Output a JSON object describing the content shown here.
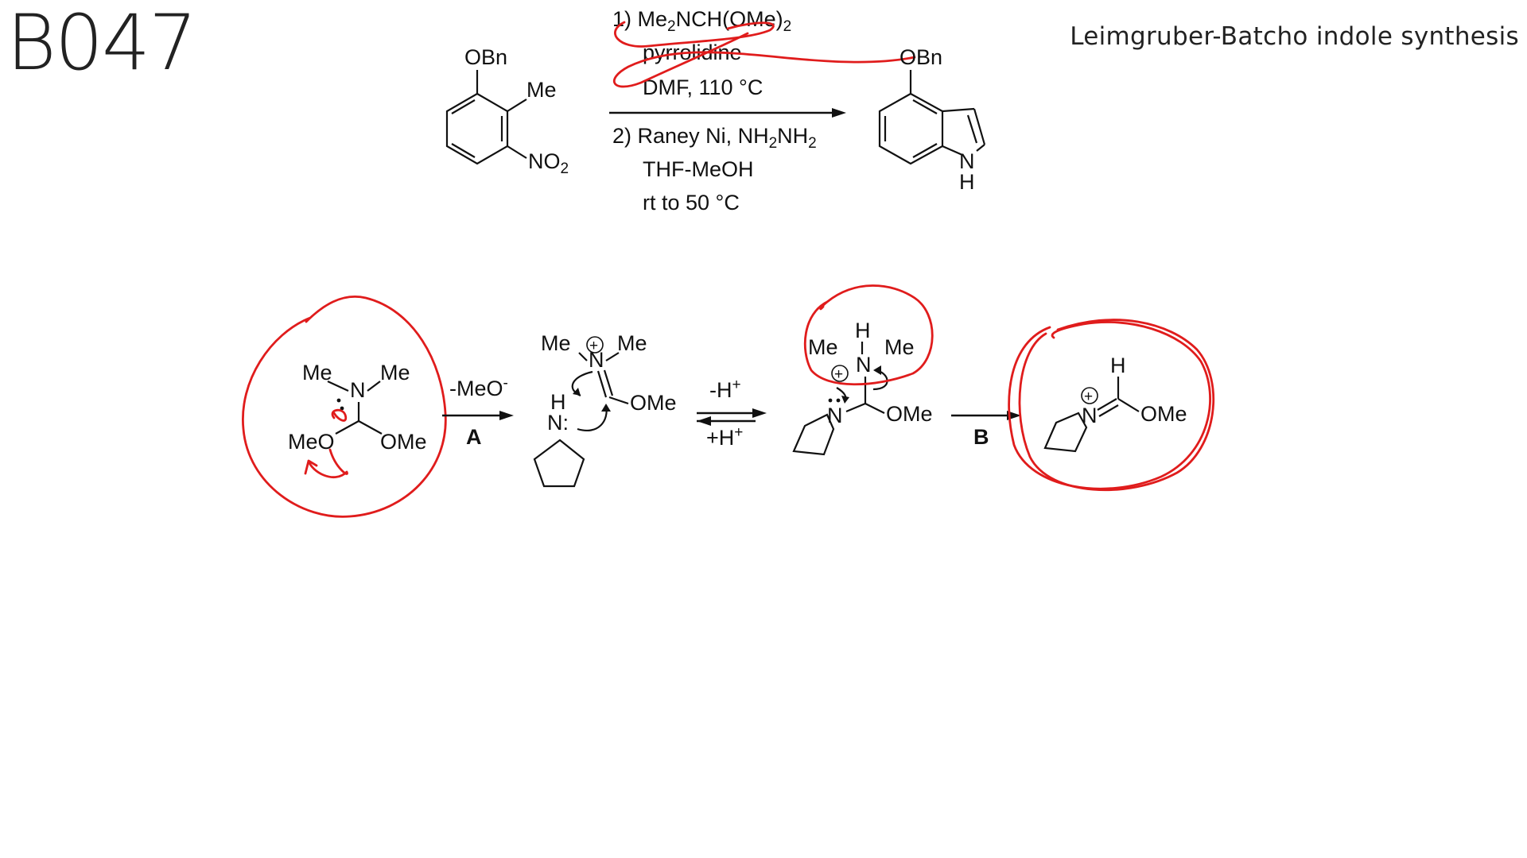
{
  "slide_code": "B047",
  "slide_title": "Leimgruber-Batcho indole synthesis",
  "reaction": {
    "start": {
      "OBn": "OBn",
      "Me": "Me",
      "NO2": "NO",
      "NO2_sub": "2"
    },
    "step1": {
      "num": "1)",
      "reagent_a": "Me",
      "reagent_a_sub": "2",
      "reagent_b": "NCH(OMe)",
      "reagent_b_sub": "2",
      "pyrrolidine": "pyrrolidine",
      "conditions": "DMF, 110 °C"
    },
    "step2": {
      "num": "2)",
      "reagent": "Raney Ni, NH",
      "reagent_sub1": "2",
      "reagent_mid": "NH",
      "reagent_sub2": "2",
      "solvent": "THF-MeOH",
      "temp": "rt to 50 °C"
    },
    "product": {
      "OBn": "OBn",
      "N": "N",
      "H": "H"
    }
  },
  "mechanism": {
    "acetal": {
      "me1": "Me",
      "me2": "Me",
      "N": "N",
      "meo": "MeO",
      "ome": "OMe"
    },
    "loss_label": "-MeO",
    "loss_charge": "-",
    "arrow_A": "A",
    "iminium": {
      "me1": "Me",
      "me2": "Me",
      "N": "N",
      "plus": "+",
      "ome": "OMe"
    },
    "pyrrolidine": {
      "H": "H",
      "N": "N:"
    },
    "deprotonate": "-H",
    "deprotonate_sup": "+",
    "protonate": "+H",
    "protonate_sup": "+",
    "aminal": {
      "H": "H",
      "me1": "Me",
      "me2": "Me",
      "N_top": "N",
      "plus": "+",
      "N_ring": "N",
      "ome": "OMe"
    },
    "arrow_B": "B",
    "final": {
      "H": "H",
      "N": "N",
      "plus": "+",
      "ome": "OMe"
    }
  }
}
